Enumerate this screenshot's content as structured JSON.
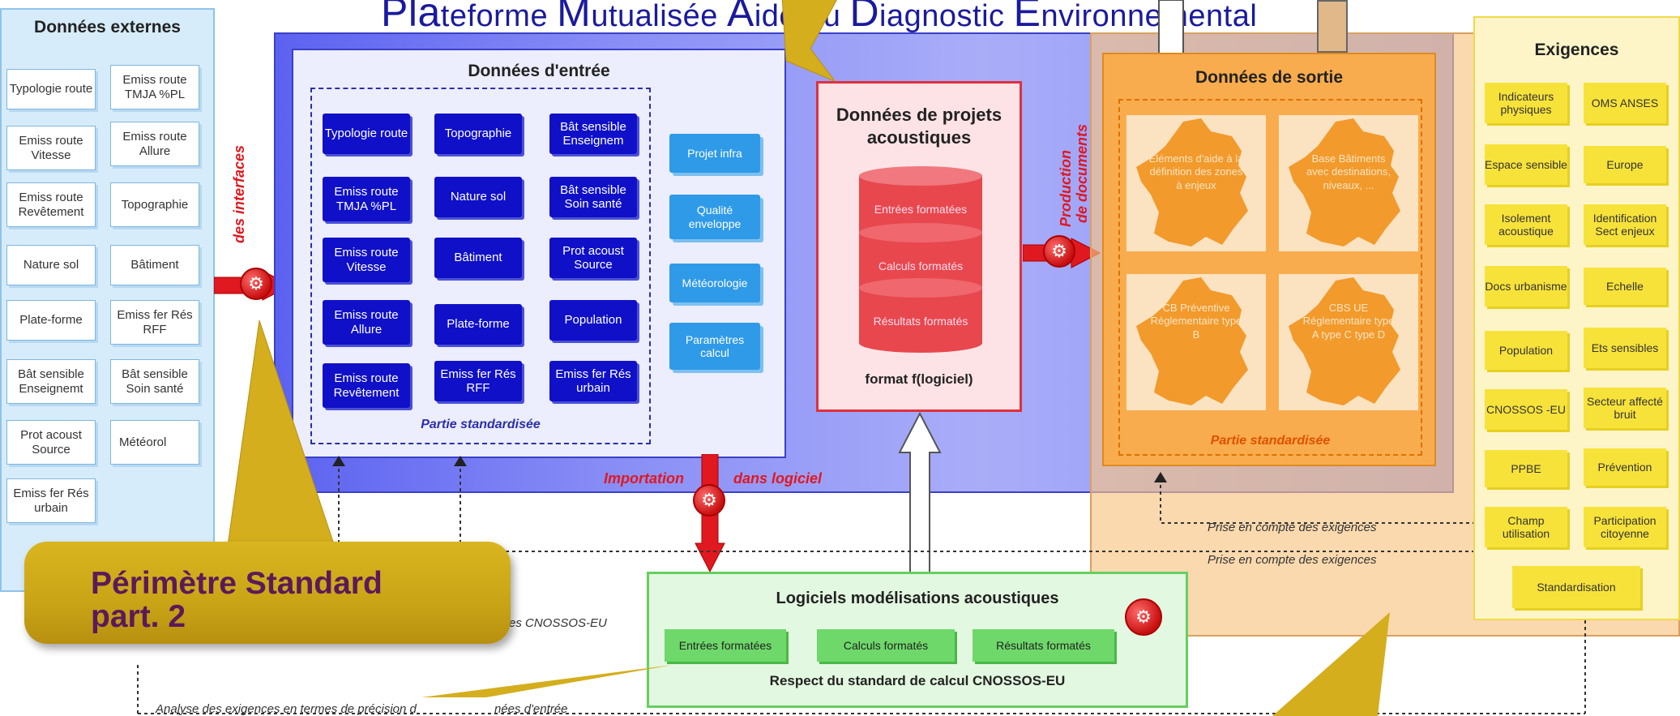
{
  "title": {
    "p1_big": "Pla",
    "p1": "teforme ",
    "p2_big": "M",
    "p2": "utualisée ",
    "p3_big": "A",
    "p3": "ide au ",
    "p4_big": "D",
    "p4": "iagnostic ",
    "p5_big": "E",
    "p5": "nvironnemental"
  },
  "external": {
    "title": "Données externes",
    "cells": [
      "Typologie route",
      "Emiss route TMJA %PL",
      "Emiss route Vitesse",
      "Emiss route Allure",
      "Emiss route Revêtement",
      "Topographie",
      "Nature sol",
      "Bâtiment",
      "Plate-forme",
      "Emiss fer Rés RFF",
      "Bât sensible Enseignemt",
      "Bât sensible Soin santé",
      "Prot acoust Source",
      "Météorol",
      "Emiss fer Rés urbain"
    ]
  },
  "interfaces_label": "des interfaces",
  "entry": {
    "title": "Données d'entrée",
    "cells": [
      "Typologie route",
      "Topographie",
      "Bât sensible Enseignem",
      "Emiss route TMJA %PL",
      "Nature sol",
      "Bât sensible Soin santé",
      "Emiss route Vitesse",
      "Bâtiment",
      "Prot acoust Source",
      "Emiss route Allure",
      "Plate-forme",
      "Population",
      "Emiss route Revêtement",
      "Emiss fer Rés RFF",
      "Emiss fer Rés urbain"
    ],
    "light_cells": [
      "Projet infra",
      "Qualité enveloppe",
      "Météorologie",
      "Paramètres calcul"
    ],
    "std_label": "Partie standardisée"
  },
  "projects": {
    "title": "Données de projets acoustiques",
    "layers": [
      "Entrées formatées",
      "Calculs formatés",
      "Résultats formatés"
    ],
    "format": "format f(logiciel)"
  },
  "production_label_1": "Production",
  "production_label_2": "de documents",
  "import_label_1": "Importation",
  "import_label_2": "dans logiciel",
  "output": {
    "title": "Données de sortie",
    "tiles": [
      "Eléments d'aide à la définition des zones à enjeux",
      "Base Bâtiments avec destinations, niveaux, ...",
      "CB Préventive Réglementaire type B",
      "CBS UE Réglementaire type A type C type D"
    ],
    "std_label": "Partie standardisée"
  },
  "exigences": {
    "title": "Exigences",
    "cells": [
      "Indicateurs physiques",
      "OMS ANSES",
      "Espace sensible",
      "Europe",
      "Isolement acoustique",
      "Identification Sect enjeux",
      "Docs urbanisme",
      "Echelle",
      "Population",
      "Ets sensibles",
      "CNOSSOS -EU",
      "Secteur affecté bruit",
      "PPBE",
      "Prévention",
      "Champ utilisation",
      "Participation citoyenne",
      "Standardisation"
    ]
  },
  "notes": {
    "prise1": "Prise en compte des exigences",
    "prise2": "Prise en compte des exigences",
    "cnossos_partial": "es CNOSSOS-EU",
    "analyse": "Analyse des exigences en termes de précision d",
    "analyse_end": "nées d'entrée"
  },
  "logiciels": {
    "title": "Logiciels modélisations acoustiques",
    "cells": [
      "Entrées formatées",
      "Calculs formatés",
      "Résultats formatés"
    ],
    "footer": "Respect du standard de calcul CNOSSOS-EU"
  },
  "callout": {
    "line1": "Périmètre Standard",
    "line2": "part. 2"
  }
}
